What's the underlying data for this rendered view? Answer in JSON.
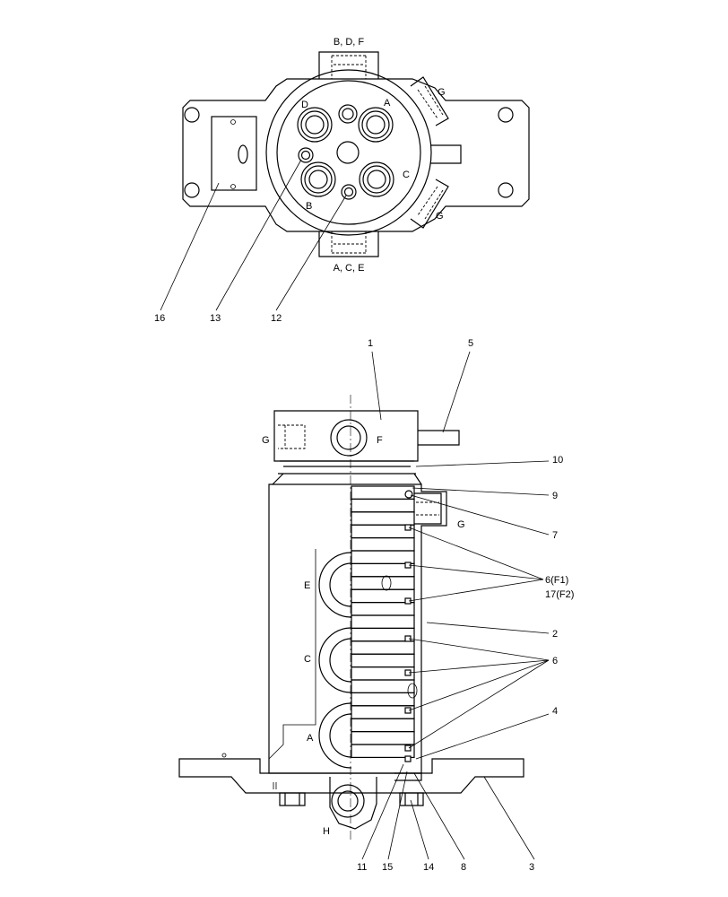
{
  "top_view": {
    "port_labels": {
      "top": "B, D, F",
      "bottom": "A, C, E",
      "right_upper": "G",
      "right_lower": "G"
    },
    "hole_labels": {
      "d": "D",
      "a": "A",
      "b": "B",
      "c": "C"
    },
    "callouts": {
      "c16": "16",
      "c13": "13",
      "c12": "12"
    }
  },
  "side_view": {
    "port_labels": {
      "g_top": "G",
      "f": "F",
      "g_right": "G",
      "e": "E",
      "c": "C",
      "a": "A",
      "h": "H"
    },
    "callouts": {
      "c1": "1",
      "c5": "5",
      "c10": "10",
      "c9": "9",
      "c7": "7",
      "c6f1": "6(F1)",
      "c17f2": "17(F2)",
      "c2": "2",
      "c6": "6",
      "c4": "4",
      "c11": "11",
      "c15": "15",
      "c14": "14",
      "c8": "8",
      "c3": "3"
    }
  }
}
